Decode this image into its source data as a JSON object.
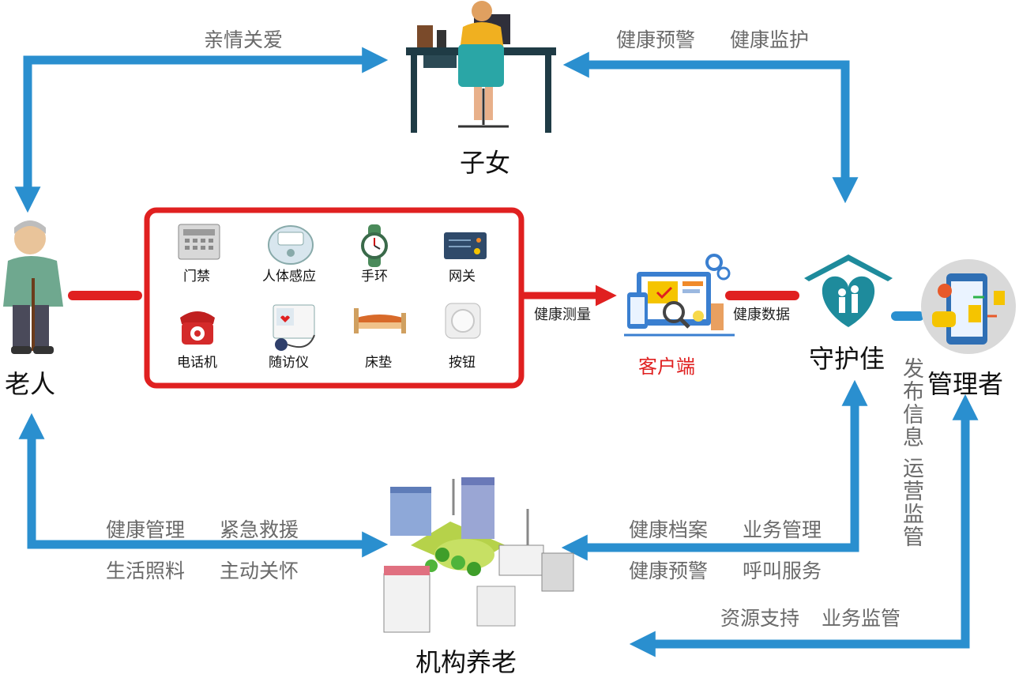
{
  "nodes": {
    "elderly": "老人",
    "children": "子女",
    "guardian": "守护佳",
    "manager": "管理者",
    "institution": "机构养老",
    "client": "客户端"
  },
  "edges": {
    "family_care": "亲情关爱",
    "warning_top": "健康预警",
    "monitoring": "健康监护",
    "measure": "健康测量",
    "health_data": "健康数据",
    "publish_info": "发布信息",
    "operation_monitor": "运营监管",
    "health_mgmt": "健康管理",
    "emergency": "紧急救援",
    "life_care": "生活照料",
    "active_care": "主动关怀",
    "health_records": "健康档案",
    "biz_mgmt": "业务管理",
    "warning_bottom": "健康预警",
    "call_service": "呼叫服务",
    "resource_support": "资源支持",
    "biz_monitor": "业务监管"
  },
  "devices": [
    "门禁",
    "人体感应",
    "手环",
    "网关",
    "电话机",
    "随访仪",
    "床垫",
    "按钮"
  ],
  "colors": {
    "arrow_blue": "#2a8fcf",
    "frame_red": "#e02020",
    "client_red": "#e02020"
  }
}
